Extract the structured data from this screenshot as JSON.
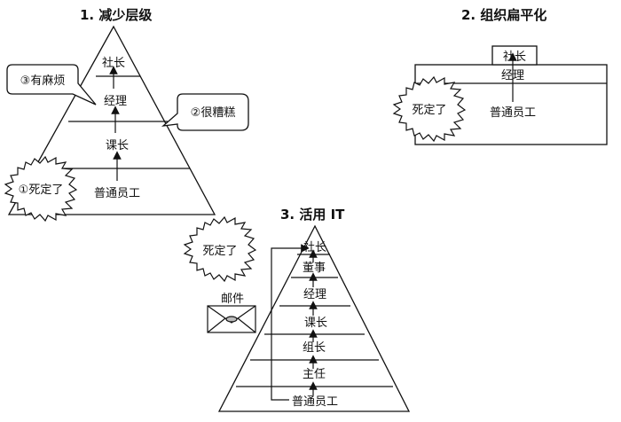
{
  "section1": {
    "title": "1. 减少层级",
    "levels": [
      "社长",
      "经理",
      "课长",
      "普通员工"
    ],
    "callouts": {
      "trouble": "③有麻烦",
      "bad": "②很糟糕",
      "dead": "①死定了"
    }
  },
  "section2": {
    "title": "2. 组织扁平化",
    "levels": [
      "社长",
      "经理",
      "普通员工"
    ],
    "callout": "死定了"
  },
  "section3": {
    "title": "3. 活用 IT",
    "levels": [
      "社长",
      "董事",
      "经理",
      "课长",
      "组长",
      "主任",
      "普通员工"
    ],
    "callout": "死定了",
    "mail_label": "邮件"
  }
}
